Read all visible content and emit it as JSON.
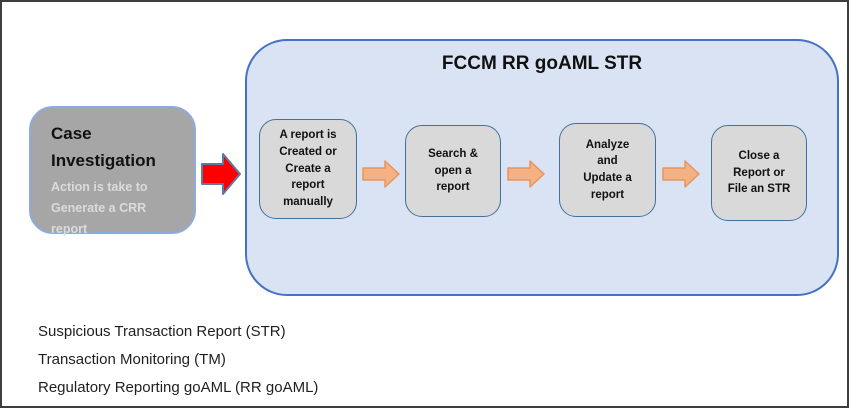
{
  "colors": {
    "frame_border": "#3d3d3d",
    "case_box_fill": "#a6a6a6",
    "case_box_border": "#8faadc",
    "case_subtitle_color": "#dbdbdb",
    "container_fill": "#dae3f3",
    "container_border": "#4472c4",
    "step_box_fill": "#d9d9d9",
    "step_box_border": "#41719c",
    "orange_arrow_fill": "#f4b183",
    "orange_arrow_stroke": "#e8945e",
    "red_arrow_fill": "#fe0000",
    "red_arrow_stroke": "#5b7ba6",
    "text_color": "#111111",
    "legend_text_color": "#1f1f1f"
  },
  "case_box": {
    "title": "Case\nInvestigation",
    "subtitle": "Action is take to\nGenerate a CRR\nreport"
  },
  "container": {
    "title": "FCCM RR goAML STR",
    "steps": [
      {
        "label": "A report is\nCreated or\nCreate a\nreport\nmanually"
      },
      {
        "label": "Search &\nopen a\nreport"
      },
      {
        "label": "Analyze\nand\nUpdate a\nreport"
      },
      {
        "label": "Close a\nReport or\nFile an STR"
      }
    ]
  },
  "legend": {
    "lines": [
      "Suspicious Transaction Report (STR)",
      "Transaction Monitoring (TM)",
      "Regulatory Reporting goAML (RR goAML)"
    ]
  }
}
